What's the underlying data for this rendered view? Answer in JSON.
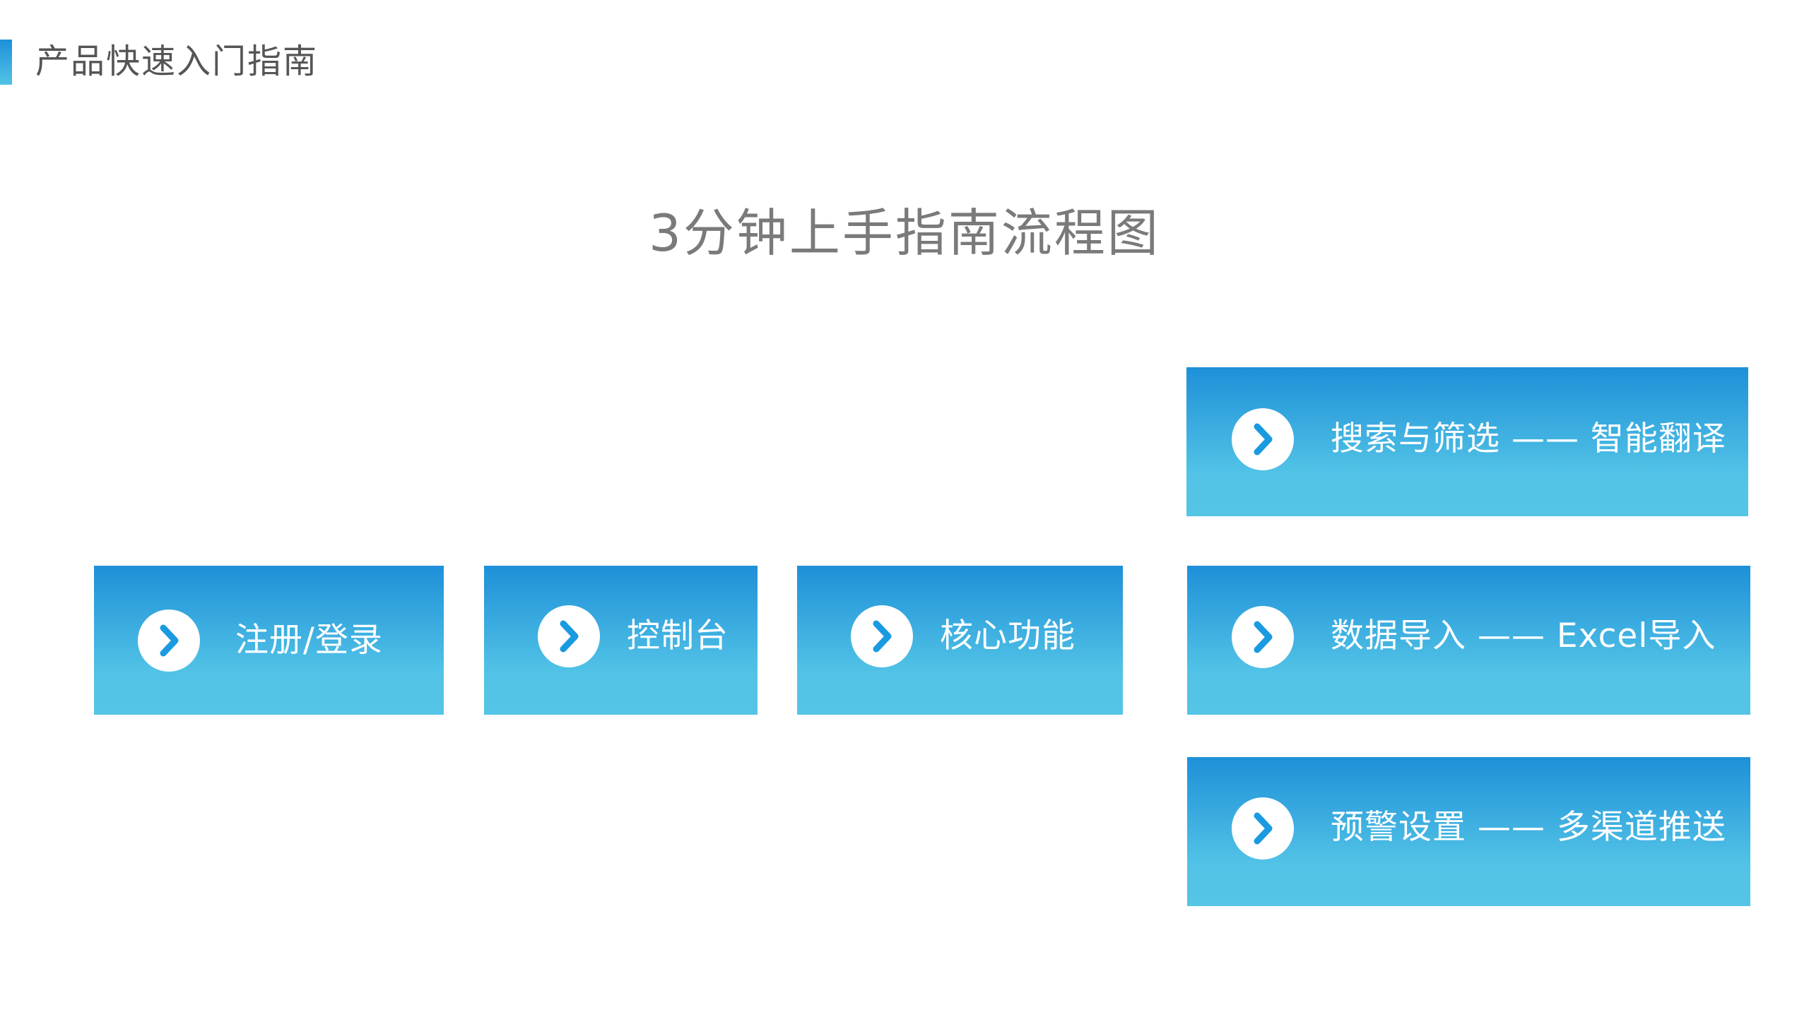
{
  "header": {
    "title": "产品快速入门指南"
  },
  "diagram": {
    "title": "3分钟上手指南流程图",
    "steps": [
      {
        "label": "注册/登录"
      },
      {
        "label": "控制台"
      },
      {
        "label": "核心功能"
      },
      {
        "label": "搜索与筛选 —— 智能翻译"
      },
      {
        "label": "数据导入 —— Excel导入"
      },
      {
        "label": "预警设置 —— 多渠道推送"
      }
    ],
    "icon": "chevron-right-icon"
  },
  "colors": {
    "box_gradient_top": "#1e90d8",
    "box_gradient_bottom": "#52c3e6",
    "chevron": "#1a9ae0",
    "title_text": "#7a7a7a",
    "header_text": "#555555"
  }
}
